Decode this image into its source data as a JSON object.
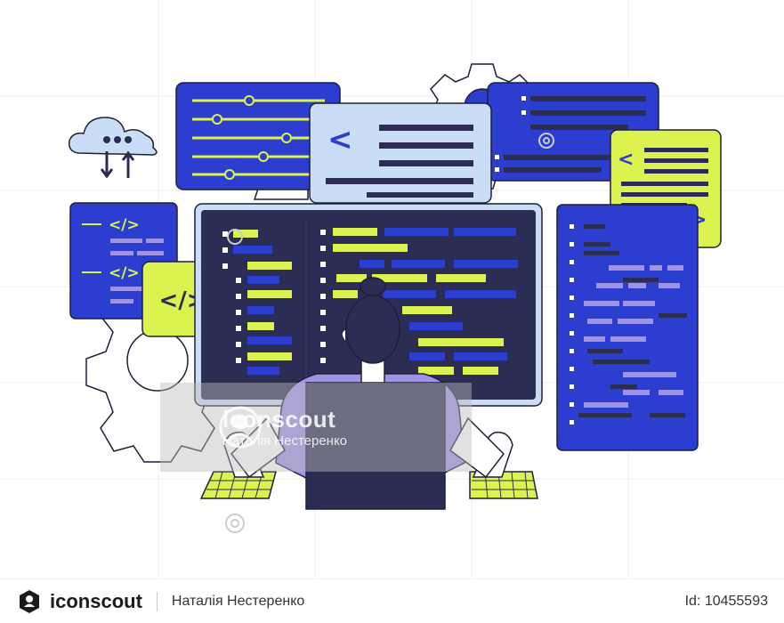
{
  "illustration": {
    "subject": "programmer-at-computer",
    "colors": {
      "blue": "#2b3ed0",
      "navy": "#2b2d54",
      "lime": "#dcf24e",
      "light_blue": "#c9ddf6",
      "outline": "#1e1f3a",
      "gray": "#d9d9d9",
      "lavender": "#9f93e6"
    },
    "code_tag_label": "</>",
    "chevron_left": "<",
    "chevron_right": ">"
  },
  "watermark": {
    "brand": "iconscout",
    "author": "Наталія Нестеренко"
  },
  "footer": {
    "brand": "iconscout",
    "author": "Наталія Нестеренко",
    "id_text": "Id: 10455593"
  }
}
